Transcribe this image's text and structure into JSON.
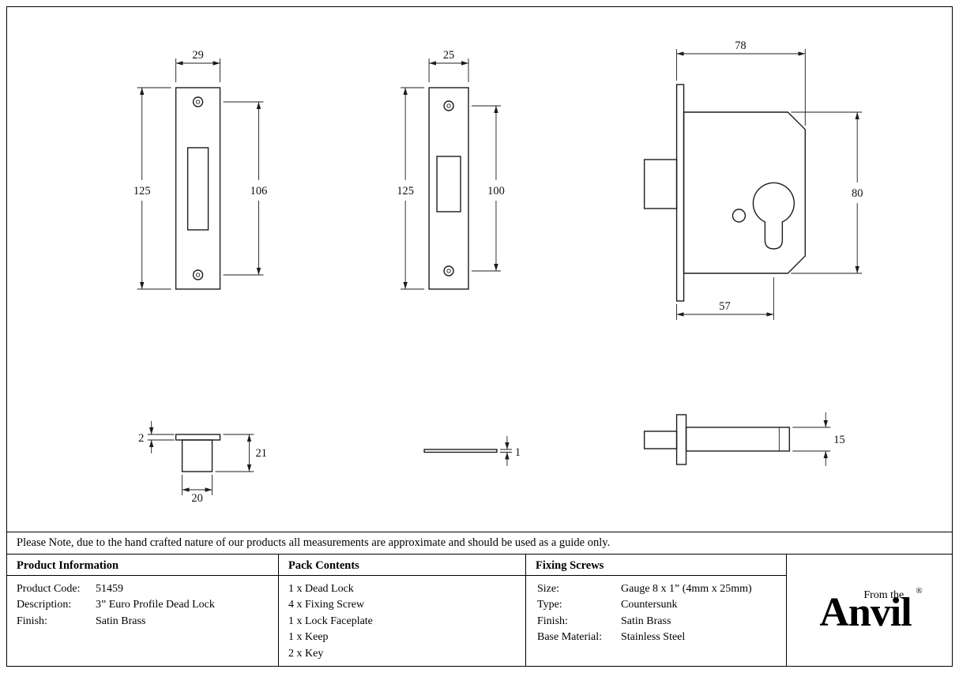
{
  "notice": "Please Note, due to the hand crafted nature of our products all measurements are approximate and should be used as a guide only.",
  "drawings": {
    "faceplate_front": {
      "width_mm": "29",
      "height_mm": "125",
      "hole_spacing_mm": "106"
    },
    "keep_front": {
      "width_mm": "25",
      "height_mm": "125",
      "hole_spacing_mm": "100"
    },
    "lock_body": {
      "depth_mm": "78",
      "height_mm": "80",
      "backset_mm": "57"
    },
    "keep_profile": {
      "flange_mm": "2",
      "depth_mm": "21",
      "width_mm": "20"
    },
    "faceplate_side": {
      "thickness_mm": "1"
    },
    "lock_side": {
      "thickness_mm": "15"
    }
  },
  "product_information": {
    "title": "Product Information",
    "rows": [
      {
        "label": "Product Code:",
        "value": "51459"
      },
      {
        "label": "Description:",
        "value": "3” Euro Profile Dead Lock"
      },
      {
        "label": "Finish:",
        "value": "Satin Brass"
      }
    ]
  },
  "pack_contents": {
    "title": "Pack Contents",
    "items": [
      "1 x Dead Lock",
      "4 x Fixing Screw",
      "1 x Lock Faceplate",
      "1 x Keep",
      "2 x Key"
    ]
  },
  "fixing_screws": {
    "title": "Fixing Screws",
    "rows": [
      {
        "label": "Size:",
        "value": "Gauge 8 x 1” (4mm x 25mm)"
      },
      {
        "label": "Type:",
        "value": "Countersunk"
      },
      {
        "label": "Finish:",
        "value": "Satin Brass"
      },
      {
        "label": "Base Material:",
        "value": "Stainless Steel"
      }
    ]
  },
  "brand": {
    "tagline": "From the",
    "name": "Anvil",
    "registered": "®"
  }
}
